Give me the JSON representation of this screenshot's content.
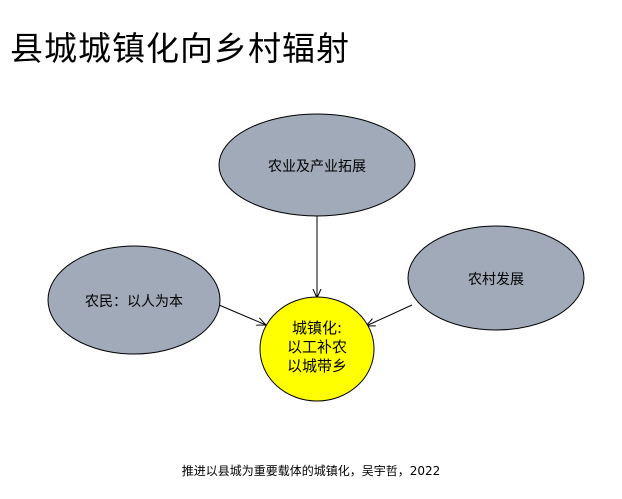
{
  "title": "县城城镇化向乡村辐射",
  "nodes": {
    "top": "农业及产业拓展",
    "left": "农民：以人为本",
    "right": "农村发展",
    "center": {
      "line1": "城镇化:",
      "line2": "以工补农",
      "line3": "以城带乡"
    }
  },
  "caption": "推进以县城为重要载体的城镇化，吴宇哲，2022",
  "colors": {
    "outer_fill": "#A0AAB9",
    "center_fill": "#FFFF00",
    "stroke": "#000000"
  }
}
